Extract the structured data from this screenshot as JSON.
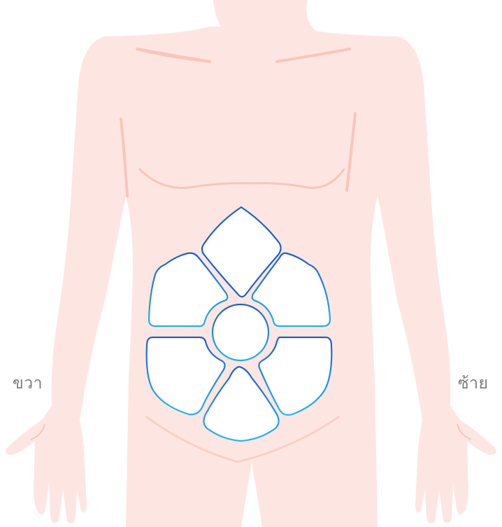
{
  "labels": {
    "right_side": "ขวา",
    "left_side": "ซ้าย"
  },
  "colors": {
    "skin": "#fde6e2",
    "skin_outline": "#f9d6cf",
    "skin_crease": "#f5bdb1",
    "region_fill": "#ffffff",
    "region_stroke_dark": "#1f5fc7",
    "region_stroke_light": "#1fb4ea",
    "label_text": "#7a7a7a"
  },
  "regions": [
    {
      "name": "epigastric"
    },
    {
      "name": "right-upper-quadrant"
    },
    {
      "name": "left-upper-quadrant"
    },
    {
      "name": "umbilical"
    },
    {
      "name": "right-lower-quadrant"
    },
    {
      "name": "left-lower-quadrant"
    },
    {
      "name": "hypogastric"
    }
  ]
}
